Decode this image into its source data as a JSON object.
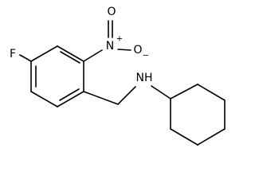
{
  "molecule": {
    "atoms": {
      "fluorine": "F",
      "nitro_nitrogen": "N",
      "nitro_charge_plus": "+",
      "nitro_oxygen_top": "O",
      "nitro_oxygen_right": "O",
      "nitro_charge_minus": "−",
      "amine": "NH"
    }
  }
}
